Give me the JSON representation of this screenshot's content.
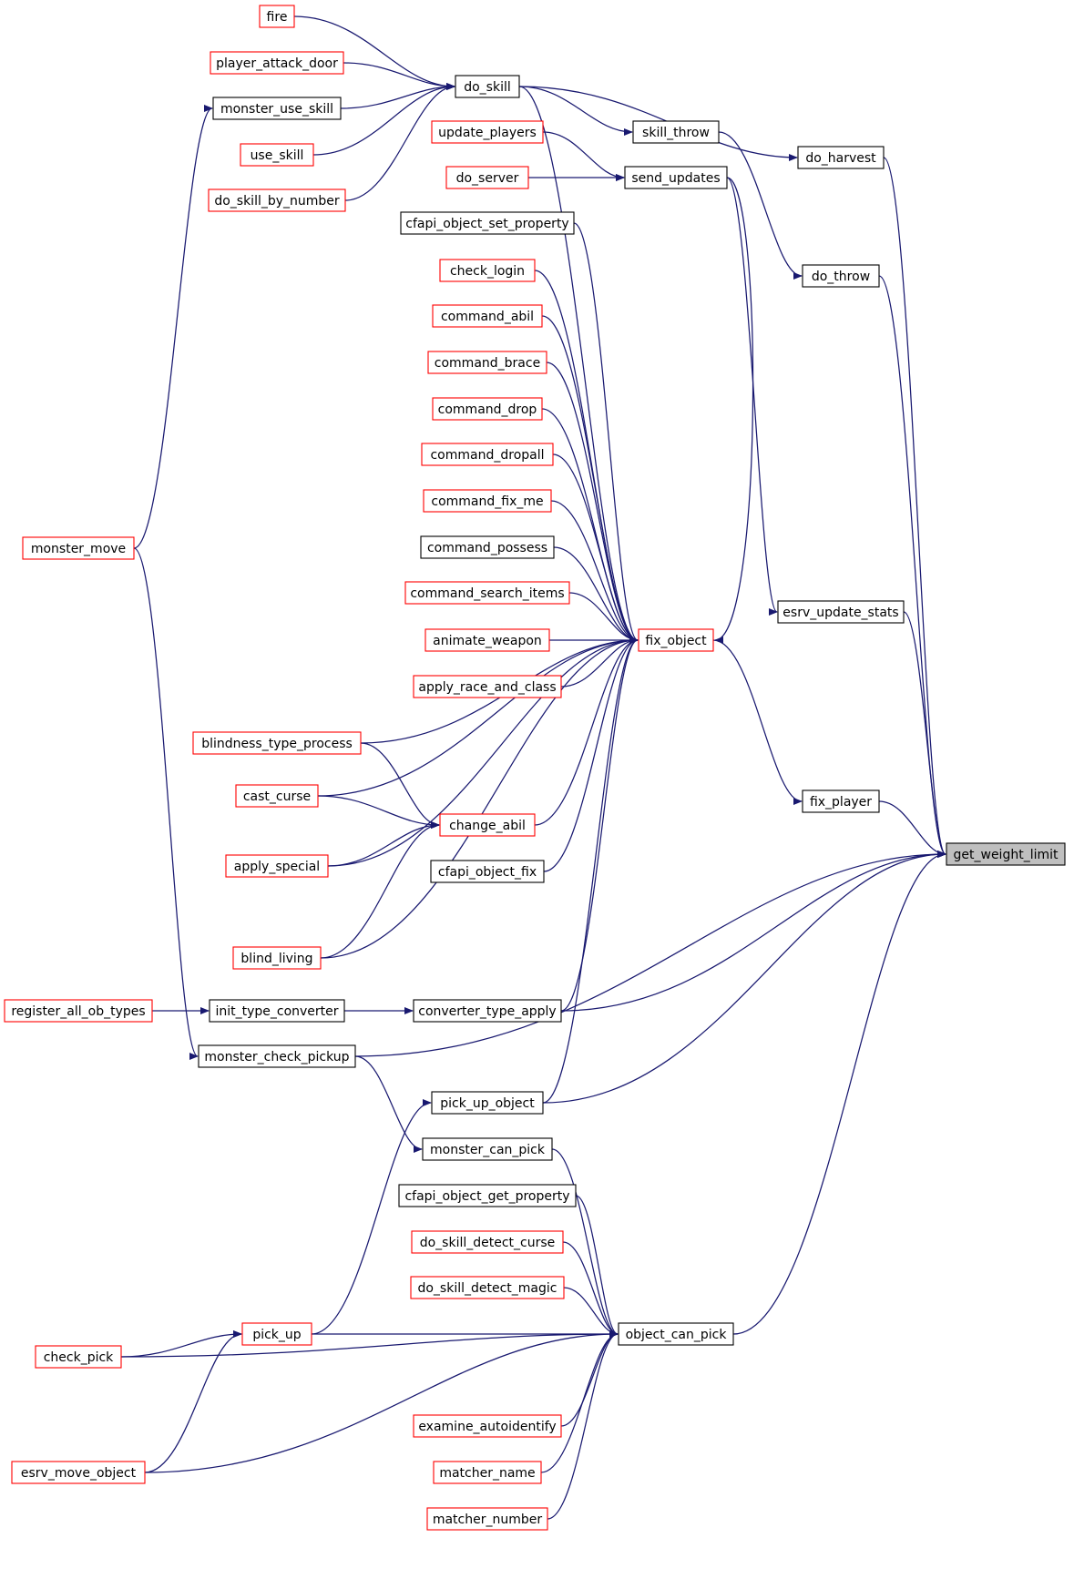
{
  "colors": {
    "edge": "#191970",
    "border_documented": "#000000",
    "border_truncated": "#ff0000",
    "focus_fill": "#bfbfbf",
    "background": "#ffffff"
  },
  "nodes": [
    {
      "id": "fire",
      "label": "fire",
      "border": "truncated"
    },
    {
      "id": "player_attack_door",
      "label": "player_attack_door",
      "border": "truncated"
    },
    {
      "id": "do_skill",
      "label": "do_skill",
      "border": "documented"
    },
    {
      "id": "monster_use_skill",
      "label": "monster_use_skill",
      "border": "documented"
    },
    {
      "id": "use_skill",
      "label": "use_skill",
      "border": "truncated"
    },
    {
      "id": "update_players",
      "label": "update_players",
      "border": "truncated"
    },
    {
      "id": "skill_throw",
      "label": "skill_throw",
      "border": "documented"
    },
    {
      "id": "do_harvest",
      "label": "do_harvest",
      "border": "documented"
    },
    {
      "id": "do_server",
      "label": "do_server",
      "border": "truncated"
    },
    {
      "id": "send_updates",
      "label": "send_updates",
      "border": "documented"
    },
    {
      "id": "do_skill_by_number",
      "label": "do_skill_by_number",
      "border": "truncated"
    },
    {
      "id": "cfapi_object_set_property",
      "label": "cfapi_object_set_property",
      "border": "documented"
    },
    {
      "id": "check_login",
      "label": "check_login",
      "border": "truncated"
    },
    {
      "id": "do_throw",
      "label": "do_throw",
      "border": "documented"
    },
    {
      "id": "command_abil",
      "label": "command_abil",
      "border": "truncated"
    },
    {
      "id": "command_brace",
      "label": "command_brace",
      "border": "truncated"
    },
    {
      "id": "command_drop",
      "label": "command_drop",
      "border": "truncated"
    },
    {
      "id": "command_dropall",
      "label": "command_dropall",
      "border": "truncated"
    },
    {
      "id": "command_fix_me",
      "label": "command_fix_me",
      "border": "truncated"
    },
    {
      "id": "monster_move",
      "label": "monster_move",
      "border": "truncated"
    },
    {
      "id": "command_possess",
      "label": "command_possess",
      "border": "documented"
    },
    {
      "id": "command_search_items",
      "label": "command_search_items",
      "border": "truncated"
    },
    {
      "id": "esrv_update_stats",
      "label": "esrv_update_stats",
      "border": "documented"
    },
    {
      "id": "animate_weapon",
      "label": "animate_weapon",
      "border": "truncated"
    },
    {
      "id": "fix_object",
      "label": "fix_object",
      "border": "truncated"
    },
    {
      "id": "apply_race_and_class",
      "label": "apply_race_and_class",
      "border": "truncated"
    },
    {
      "id": "blindness_type_process",
      "label": "blindness_type_process",
      "border": "truncated"
    },
    {
      "id": "cast_curse",
      "label": "cast_curse",
      "border": "truncated"
    },
    {
      "id": "fix_player",
      "label": "fix_player",
      "border": "documented"
    },
    {
      "id": "change_abil",
      "label": "change_abil",
      "border": "truncated"
    },
    {
      "id": "get_weight_limit",
      "label": "get_weight_limit",
      "border": "focus"
    },
    {
      "id": "apply_special",
      "label": "apply_special",
      "border": "truncated"
    },
    {
      "id": "cfapi_object_fix",
      "label": "cfapi_object_fix",
      "border": "documented"
    },
    {
      "id": "blind_living",
      "label": "blind_living",
      "border": "truncated"
    },
    {
      "id": "register_all_ob_types",
      "label": "register_all_ob_types",
      "border": "truncated"
    },
    {
      "id": "init_type_converter",
      "label": "init_type_converter",
      "border": "documented"
    },
    {
      "id": "converter_type_apply",
      "label": "converter_type_apply",
      "border": "documented"
    },
    {
      "id": "monster_check_pickup",
      "label": "monster_check_pickup",
      "border": "documented"
    },
    {
      "id": "pick_up_object",
      "label": "pick_up_object",
      "border": "documented"
    },
    {
      "id": "monster_can_pick",
      "label": "monster_can_pick",
      "border": "documented"
    },
    {
      "id": "cfapi_object_get_property",
      "label": "cfapi_object_get_property",
      "border": "documented"
    },
    {
      "id": "do_skill_detect_curse",
      "label": "do_skill_detect_curse",
      "border": "truncated"
    },
    {
      "id": "do_skill_detect_magic",
      "label": "do_skill_detect_magic",
      "border": "truncated"
    },
    {
      "id": "pick_up",
      "label": "pick_up",
      "border": "truncated"
    },
    {
      "id": "object_can_pick",
      "label": "object_can_pick",
      "border": "documented"
    },
    {
      "id": "check_pick",
      "label": "check_pick",
      "border": "truncated"
    },
    {
      "id": "examine_autoidentify",
      "label": "examine_autoidentify",
      "border": "truncated"
    },
    {
      "id": "esrv_move_object",
      "label": "esrv_move_object",
      "border": "truncated"
    },
    {
      "id": "matcher_name",
      "label": "matcher_name",
      "border": "truncated"
    },
    {
      "id": "matcher_number",
      "label": "matcher_number",
      "border": "truncated"
    }
  ],
  "edges": [
    {
      "from": "fire",
      "to": "do_skill"
    },
    {
      "from": "player_attack_door",
      "to": "do_skill"
    },
    {
      "from": "monster_use_skill",
      "to": "do_skill"
    },
    {
      "from": "use_skill",
      "to": "do_skill"
    },
    {
      "from": "do_skill_by_number",
      "to": "do_skill"
    },
    {
      "from": "monster_move",
      "to": "monster_use_skill"
    },
    {
      "from": "do_skill",
      "to": "skill_throw"
    },
    {
      "from": "do_skill",
      "to": "do_harvest"
    },
    {
      "from": "skill_throw",
      "to": "do_throw"
    },
    {
      "from": "update_players",
      "to": "send_updates"
    },
    {
      "from": "do_server",
      "to": "send_updates"
    },
    {
      "from": "send_updates",
      "to": "esrv_update_stats"
    },
    {
      "from": "do_harvest",
      "to": "get_weight_limit"
    },
    {
      "from": "do_throw",
      "to": "get_weight_limit"
    },
    {
      "from": "esrv_update_stats",
      "to": "get_weight_limit"
    },
    {
      "from": "fix_player",
      "to": "get_weight_limit"
    },
    {
      "from": "fix_object",
      "to": "fix_player"
    },
    {
      "from": "do_skill",
      "to": "fix_object"
    },
    {
      "from": "send_updates",
      "to": "fix_object"
    },
    {
      "from": "cfapi_object_set_property",
      "to": "fix_object"
    },
    {
      "from": "check_login",
      "to": "fix_object"
    },
    {
      "from": "command_abil",
      "to": "fix_object"
    },
    {
      "from": "command_brace",
      "to": "fix_object"
    },
    {
      "from": "command_drop",
      "to": "fix_object"
    },
    {
      "from": "command_dropall",
      "to": "fix_object"
    },
    {
      "from": "command_fix_me",
      "to": "fix_object"
    },
    {
      "from": "command_possess",
      "to": "fix_object"
    },
    {
      "from": "command_search_items",
      "to": "fix_object"
    },
    {
      "from": "animate_weapon",
      "to": "fix_object"
    },
    {
      "from": "apply_race_and_class",
      "to": "fix_object"
    },
    {
      "from": "blindness_type_process",
      "to": "fix_object"
    },
    {
      "from": "cast_curse",
      "to": "fix_object"
    },
    {
      "from": "change_abil",
      "to": "fix_object"
    },
    {
      "from": "cfapi_object_fix",
      "to": "fix_object"
    },
    {
      "from": "apply_special",
      "to": "fix_object"
    },
    {
      "from": "blind_living",
      "to": "fix_object"
    },
    {
      "from": "converter_type_apply",
      "to": "fix_object"
    },
    {
      "from": "pick_up_object",
      "to": "fix_object"
    },
    {
      "from": "blindness_type_process",
      "to": "change_abil"
    },
    {
      "from": "cast_curse",
      "to": "change_abil"
    },
    {
      "from": "apply_special",
      "to": "change_abil"
    },
    {
      "from": "blind_living",
      "to": "change_abil"
    },
    {
      "from": "converter_type_apply",
      "to": "get_weight_limit"
    },
    {
      "from": "monster_check_pickup",
      "to": "get_weight_limit"
    },
    {
      "from": "pick_up_object",
      "to": "get_weight_limit"
    },
    {
      "from": "object_can_pick",
      "to": "get_weight_limit"
    },
    {
      "from": "register_all_ob_types",
      "to": "init_type_converter"
    },
    {
      "from": "init_type_converter",
      "to": "converter_type_apply"
    },
    {
      "from": "monster_move",
      "to": "monster_check_pickup"
    },
    {
      "from": "monster_check_pickup",
      "to": "monster_can_pick"
    },
    {
      "from": "pick_up",
      "to": "pick_up_object"
    },
    {
      "from": "check_pick",
      "to": "pick_up"
    },
    {
      "from": "esrv_move_object",
      "to": "pick_up"
    },
    {
      "from": "monster_can_pick",
      "to": "object_can_pick"
    },
    {
      "from": "cfapi_object_get_property",
      "to": "object_can_pick"
    },
    {
      "from": "do_skill_detect_curse",
      "to": "object_can_pick"
    },
    {
      "from": "do_skill_detect_magic",
      "to": "object_can_pick"
    },
    {
      "from": "pick_up",
      "to": "object_can_pick"
    },
    {
      "from": "check_pick",
      "to": "object_can_pick"
    },
    {
      "from": "examine_autoidentify",
      "to": "object_can_pick"
    },
    {
      "from": "matcher_name",
      "to": "object_can_pick"
    },
    {
      "from": "matcher_number",
      "to": "object_can_pick"
    },
    {
      "from": "esrv_move_object",
      "to": "object_can_pick"
    }
  ]
}
